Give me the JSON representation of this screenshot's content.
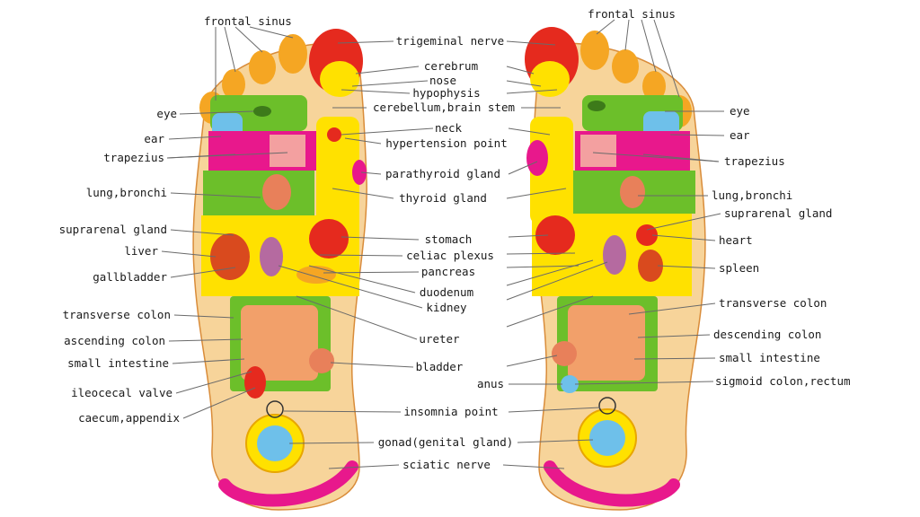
{
  "left_labels": {
    "frontal_sinus": "frontal sinus",
    "eye": "eye",
    "ear": "ear",
    "trapezius": "trapezius",
    "lung_bronchi": "lung,bronchi",
    "suprarenal_gland": "suprarenal gland",
    "liver": "liver",
    "gallbladder": "gallbladder",
    "transverse_colon": "transverse colon",
    "ascending_colon": "ascending colon",
    "small_intestine": "small intestine",
    "ileocecal_valve": "ileocecal valve",
    "caecum_appendix": "caecum,appendix"
  },
  "center_labels": {
    "trigeminal_nerve": "trigeminal nerve",
    "cerebrum": "cerebrum",
    "nose": "nose",
    "hypophysis": "hypophysis",
    "cerebellum_brain_stem": "cerebellum,brain stem",
    "neck": "neck",
    "hypertension_point": "hypertension point",
    "parathyroid_gland": "parathyroid gland",
    "thyroid_gland": "thyroid gland",
    "stomach": "stomach",
    "celiac_plexus": "celiac plexus",
    "pancreas": "pancreas",
    "duodenum": "duodenum",
    "kidney": "kidney",
    "ureter": "ureter",
    "bladder": "bladder",
    "anus": "anus",
    "insomnia_point": "insomnia point",
    "gonad": "gonad(genital gland)",
    "sciatic_nerve": "sciatic nerve"
  },
  "right_labels": {
    "frontal_sinus": "frontal sinus",
    "eye": "eye",
    "ear": "ear",
    "trapezius": "trapezius",
    "lung_bronchi": "lung,bronchi",
    "suprarenal_gland": "suprarenal gland",
    "heart": "heart",
    "spleen": "spleen",
    "transverse_colon": "transverse colon",
    "descending_colon": "descending colon",
    "small_intestine": "small intestine",
    "sigmoid_colon_rectum": "sigmoid colon,rectum"
  },
  "colors": {
    "sole": "#f7d49a",
    "yellow": "#ffe100",
    "green": "#6cbf2a",
    "magenta": "#e8188c",
    "red": "#e52a1e",
    "orange": "#f5a623",
    "blue": "#6ec0ea",
    "organ": "#e8805a"
  }
}
